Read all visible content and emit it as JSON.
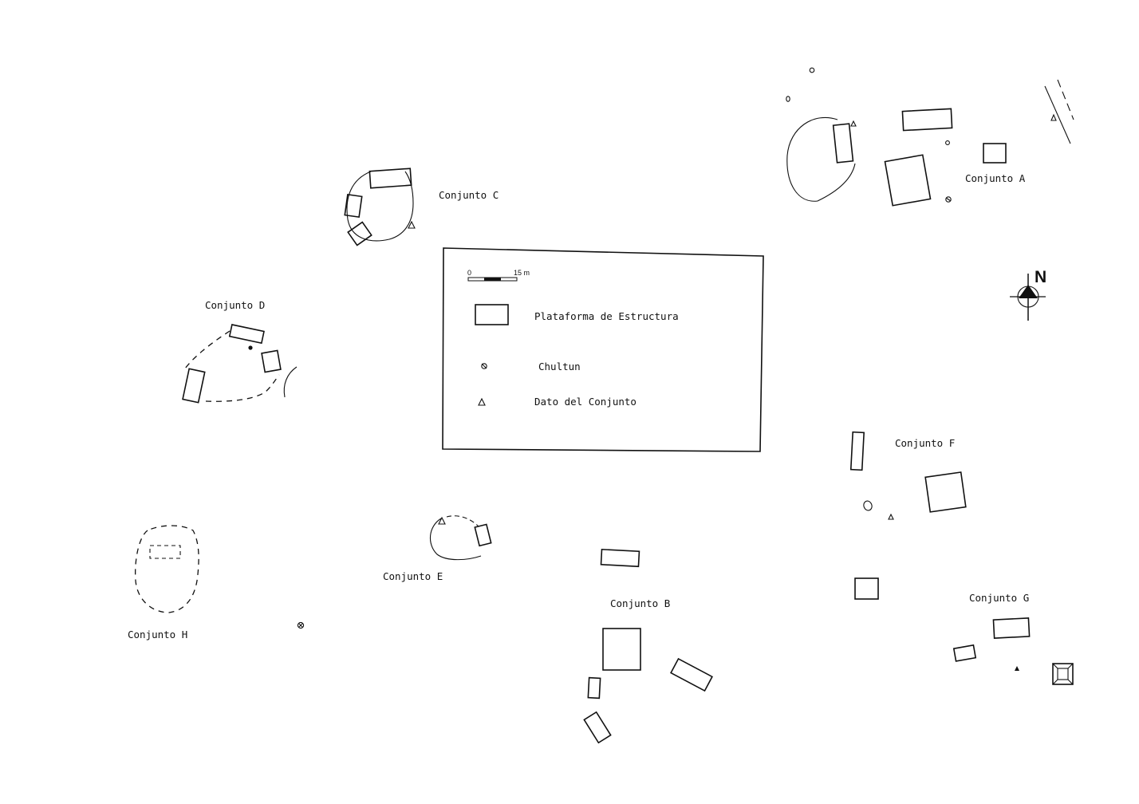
{
  "legend": {
    "scale_start": "0",
    "scale_end": "15 m",
    "items": [
      {
        "symbol": "platform-rectangle",
        "label": "Plataforma de Estructura"
      },
      {
        "symbol": "chultun-icon",
        "label": "Chultun"
      },
      {
        "symbol": "datum-triangle-icon",
        "label": "Dato del Conjunto"
      }
    ]
  },
  "north": {
    "label": "N"
  },
  "groups": {
    "a": "Conjunto A",
    "b": "Conjunto B",
    "c": "Conjunto C",
    "d": "Conjunto D",
    "e": "Conjunto E",
    "f": "Conjunto F",
    "g": "Conjunto G",
    "h": "Conjunto H"
  }
}
